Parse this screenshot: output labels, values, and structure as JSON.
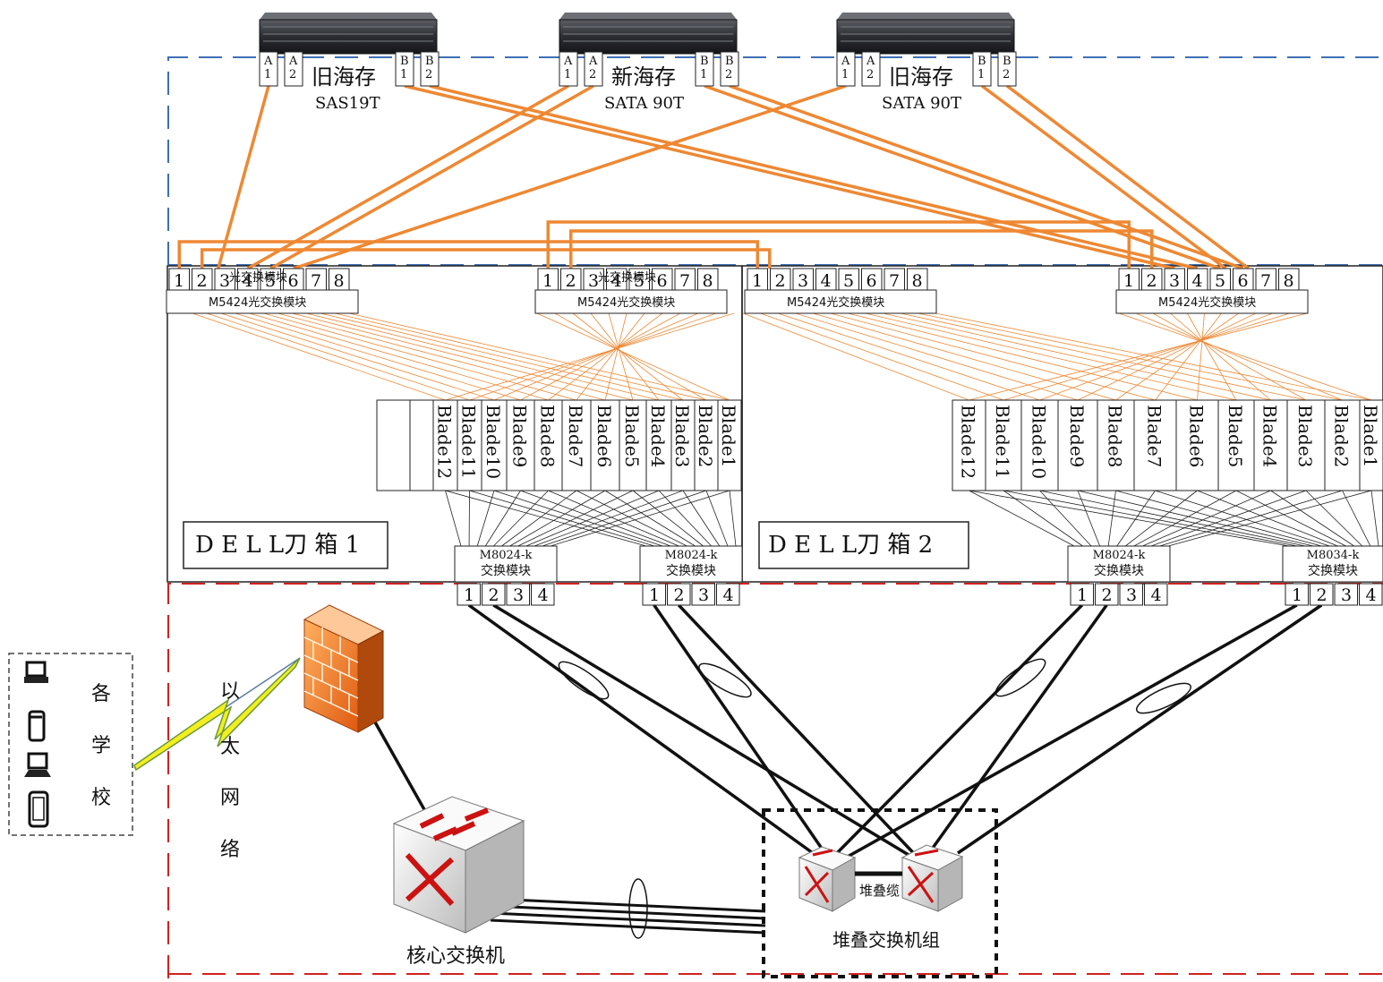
{
  "storage": [
    {
      "name": "旧海存",
      "spec": "SAS19T",
      "ports": [
        "A\n1",
        "A\n2",
        "B\n1",
        "B\n2"
      ]
    },
    {
      "name": "新海存",
      "spec": "SATA 90T",
      "ports": [
        "A\n1",
        "A\n2",
        "B\n1",
        "B\n2"
      ]
    },
    {
      "name": "旧海存",
      "spec": "SATA 90T",
      "ports": [
        "A\n1",
        "A\n2",
        "B\n1",
        "B\n2"
      ]
    }
  ],
  "fc_modules": [
    {
      "label": "M5424光交换模块",
      "overlay": "光交换模块",
      "ports": [
        "1",
        "2",
        "3",
        "4",
        "5",
        "6",
        "7",
        "8"
      ]
    },
    {
      "label": "M5424光交换模块",
      "overlay": "光交换模块",
      "ports": [
        "1",
        "2",
        "3",
        "4",
        "5",
        "6",
        "7",
        "8"
      ]
    },
    {
      "label": "M5424光交换模块",
      "overlay": "",
      "ports": [
        "1",
        "2",
        "3",
        "4",
        "5",
        "6",
        "7",
        "8"
      ]
    },
    {
      "label": "M5424光交换模块",
      "overlay": "",
      "ports": [
        "1",
        "2",
        "3",
        "4",
        "5",
        "6",
        "7",
        "8"
      ]
    }
  ],
  "chassis": [
    {
      "label": "D E L L刀 箱 1",
      "blades": [
        "",
        "",
        "Blade12",
        "Blade11",
        "Blade10",
        "Blade9",
        "Blade8",
        "Blade7",
        "Blade6",
        "Blade5",
        "Blade4",
        "Blade3",
        "Blade2",
        "Blade1"
      ]
    },
    {
      "label": "D   E L L刀 箱 2",
      "blades": [
        "Blade12",
        "Blade11",
        "Blade10",
        "Blade9",
        "Blade8",
        "Blade7",
        "Blade6",
        "Blade5",
        "Blade4",
        "Blade3",
        "Blade2",
        "Blade1"
      ]
    }
  ],
  "eth_modules": [
    {
      "line1": "M8024-k",
      "line2": "交换模块",
      "ports": [
        "1",
        "2",
        "3",
        "4"
      ]
    },
    {
      "line1": "M8024-k",
      "line2": "交换模块",
      "ports": [
        "1",
        "2",
        "3",
        "4"
      ]
    },
    {
      "line1": "M8024-k",
      "line2": "交换模块",
      "ports": [
        "1",
        "2",
        "3",
        "4"
      ]
    },
    {
      "line1": "M8034-k",
      "line2": "交换模块",
      "ports": [
        "1",
        "2",
        "3",
        "4"
      ]
    }
  ],
  "schools": {
    "label": [
      "各",
      "学",
      "校"
    ]
  },
  "ethernet": {
    "label": [
      "以",
      "太",
      "网",
      "络"
    ]
  },
  "core_switch": {
    "label": "核心交换机"
  },
  "stack_group": {
    "label": "堆叠交换机组",
    "cable_label": "堆叠缆"
  },
  "colors": {
    "fiber": "#ee8833",
    "storage_frame": "#3d6fb5",
    "lan_frame": "#d02020",
    "switch_red": "#cc1111"
  }
}
